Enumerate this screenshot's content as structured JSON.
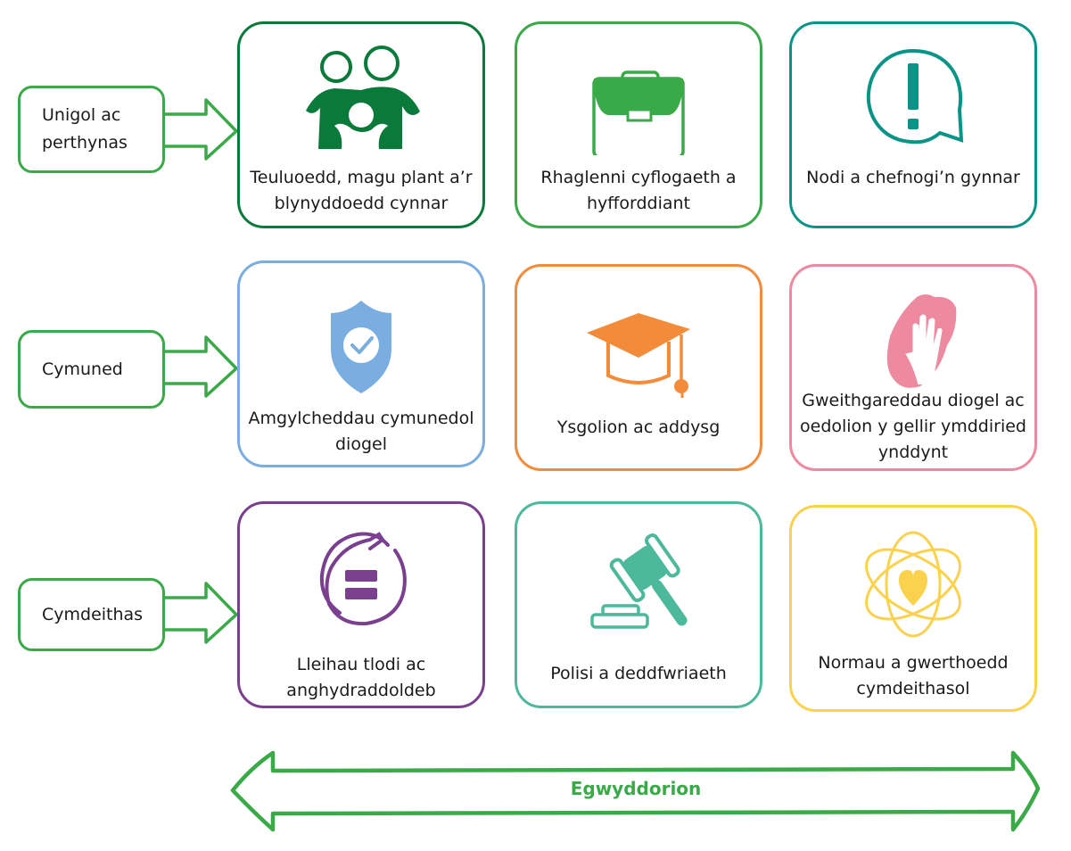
{
  "levels": [
    {
      "label": "Unigol ac perthynas"
    },
    {
      "label": "Cymuned"
    },
    {
      "label": "Cymdeithas"
    }
  ],
  "cards": [
    {
      "label": "Teuluoedd, magu plant a’r blynyddoedd cynnar",
      "icon": "family-icon",
      "color": "#0a7a3a"
    },
    {
      "label": "Rhaglenni cyflogaeth a hyfforddiant",
      "icon": "briefcase-icon",
      "color": "#3aaa48"
    },
    {
      "label": "Nodi a chefnogi’n gynnar",
      "icon": "speech-exclamation-icon",
      "color": "#0a9488"
    },
    {
      "label": "Amgylcheddau cymunedol diogel",
      "icon": "shield-check-icon",
      "color": "#7aaee0"
    },
    {
      "label": "Ysgolion ac addysg",
      "icon": "graduation-cap-icon",
      "color": "#f28b3a"
    },
    {
      "label": "Gweithgareddau diogel ac oedolion y gellir ymddiried ynddynt",
      "icon": "hands-icon",
      "color": "#ee8aa0"
    },
    {
      "label": "Lleihau tlodi ac anghydraddoldeb",
      "icon": "equality-circle-icon",
      "color": "#7a3f8e"
    },
    {
      "label": "Polisi a deddfwriaeth",
      "icon": "gavel-icon",
      "color": "#4cb89c"
    },
    {
      "label": "Normau a gwerthoedd cymdeithasol",
      "icon": "atom-heart-icon",
      "color": "#fbd24e"
    }
  ],
  "principles": {
    "label": "Egwyddorion",
    "color": "#3aaa48"
  },
  "level_color": "#3aaa48"
}
